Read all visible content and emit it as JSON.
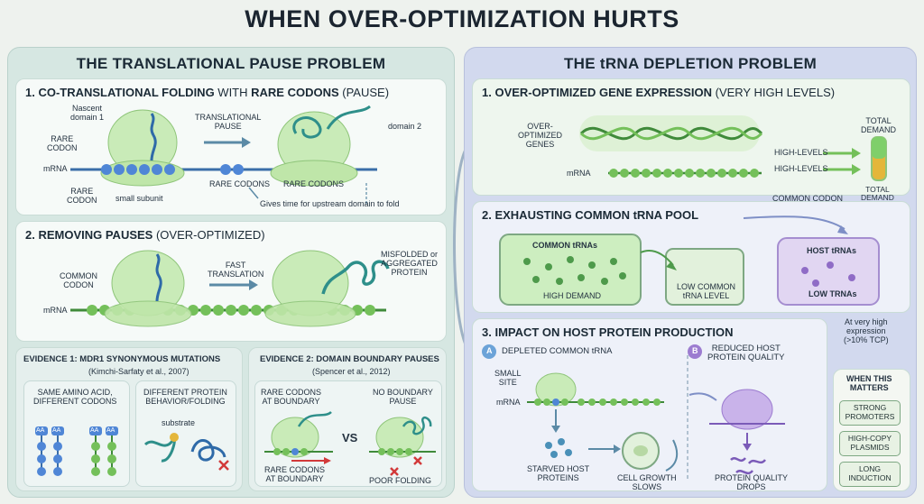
{
  "title": "WHEN OVER-OPTIMIZATION HURTS",
  "left": {
    "title": "THE TRANSLATIONAL PAUSE PROBLEM",
    "section1": {
      "title_bold_a": "1. CO-TRANSLATIONAL FOLDING",
      "title_plain_a": " WITH ",
      "title_bold_b": "RARE CODONS",
      "title_plain_b": " (PAUSE)",
      "nascent_domain": "Nascent\ndomain 1",
      "rare_codon_top": "RARE\nCODON",
      "mrna": "mRNA",
      "rare_codon_bottom": "RARE\nCODON",
      "small_subunit": "small subunit",
      "translational_pause": "TRANSLATIONAL\nPAUSE",
      "rare_codons_1": "RARE CODONS",
      "rare_codons_2": "RARE CODONS",
      "domain2": "domain 2",
      "gives_time": "Gives time for upstream domain to fold"
    },
    "section2": {
      "title_bold": "2. REMOVING PAUSES",
      "title_plain": " (OVER-OPTIMIZED)",
      "common_codon": "COMMON\nCODON",
      "mrna": "mRNA",
      "fast_translation": "FAST\nTRANSLATION",
      "misfolded": "MISFOLDED or\nAGGREGATED\nPROTEIN"
    },
    "evidence1": {
      "title": "EVIDENCE 1: MDR1 SYNONYMOUS MUTATIONS",
      "cite": "(Kimchi-Sarfaty et al., 2007)",
      "same_aa": "SAME AMINO ACID,\nDIFFERENT CODONS",
      "aa": "AA",
      "different_behavior": "DIFFERENT PROTEIN\nBEHAVIOR/FOLDING",
      "substrate": "substrate"
    },
    "evidence2": {
      "title": "EVIDENCE 2: DOMAIN BOUNDARY PAUSES",
      "cite": "(Spencer et al., 2012)",
      "rare_at_boundary_top": "RARE CODONS\nAT BOUNDARY",
      "no_boundary_pause": "NO BOUNDARY\nPAUSE",
      "vs": "VS",
      "rare_at_boundary_bottom": "RARE CODONS\nAT BOUNDARY",
      "poor_folding": "POOR FOLDING"
    }
  },
  "right": {
    "title": "THE tRNA DEPLETION PROBLEM",
    "section1": {
      "title_bold": "1. OVER-OPTIMIZED GENE EXPRESSION",
      "title_plain": " (VERY HIGH LEVELS)",
      "over_optimized_genes": "OVER-\nOPTIMIZED\nGENES",
      "mrna": "mRNA",
      "high_levels_1": "HIGH-LEVELS",
      "high_levels_2": "HIGH-LEVELS",
      "common_codon": "COMMON CODON",
      "total_demand_top": "TOTAL\nDEMAND",
      "total_demand_bottom": "TOTAL\nDEMAND"
    },
    "section2": {
      "title": "2. EXHAUSTING COMMON tRNA POOL",
      "common_trnas": "COMMON tRNAs",
      "high_demand": "HIGH DEMAND",
      "low_common": "LOW COMMON\ntRNA LEVEL",
      "host_trnas": "HOST tRNAs",
      "low_trnas": "LOW TRNAs"
    },
    "section3": {
      "title": "3. IMPACT ON HOST PROTEIN PRODUCTION",
      "a_badge": "A",
      "a_label": "DEPLETED COMMON tRNA",
      "b_badge": "B",
      "b_label": "REDUCED HOST\nPROTEIN QUALITY",
      "small_site": "SMALL\nSITE",
      "mrna": "mRNA",
      "starved": "STARVED HOST\nPROTEINS",
      "growth_slows": "CELL GROWTH\nSLOWS",
      "quality_drops": "PROTEIN QUALITY\nDROPS",
      "high_expression": "At very high\nexpression\n(>10% TCP)"
    },
    "matters": {
      "title": "WHEN THIS\nMATTERS",
      "items": [
        "STRONG\nPROMOTERS",
        "HIGH-COPY\nPLASMIDS",
        "LONG\nINDUCTION"
      ]
    }
  },
  "colors": {
    "green_ribosome": "#c9ebb8",
    "rare_codon_blue": "#4f86d6",
    "common_codon_green": "#74c05a",
    "protein_teal": "#2e8f8a",
    "purple": "#9c7cd0",
    "arrow": "#5b8aa6"
  }
}
